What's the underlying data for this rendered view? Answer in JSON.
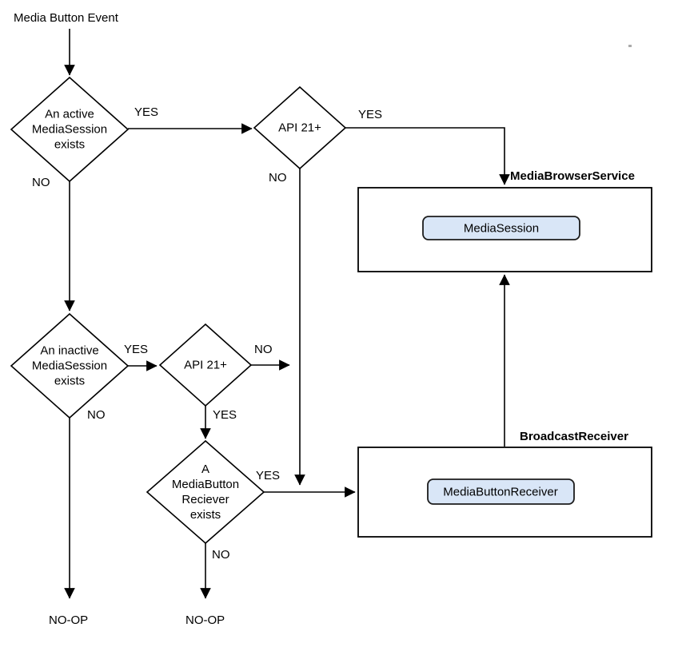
{
  "flowchart": {
    "start": "Media Button Event",
    "decisions": {
      "active_session": "An active\nMediaSession\nexists",
      "api21_top": "API 21+",
      "inactive_session": "An inactive\nMediaSession\nexists",
      "api21_bottom": "API 21+",
      "receiver_exists": "A\nMediaButton\nReciever\nexists"
    },
    "containers": {
      "media_browser_service": "MediaBrowserService",
      "broadcast_receiver": "BroadcastReceiver"
    },
    "components": {
      "media_session": "MediaSession",
      "media_button_receiver": "MediaButtonReceiver"
    },
    "labels": {
      "active_yes": "YES",
      "active_no": "NO",
      "api21_top_yes": "YES",
      "api21_top_no": "NO",
      "inactive_yes": "YES",
      "inactive_no": "NO",
      "api21_bottom_no": "NO",
      "api21_bottom_yes": "YES",
      "receiver_yes": "YES",
      "receiver_no": "NO"
    },
    "terminals": {
      "noop_left": "NO-OP",
      "noop_right": "NO-OP"
    },
    "colors": {
      "component_fill": "#d9e6f7",
      "stroke": "#000000"
    }
  }
}
